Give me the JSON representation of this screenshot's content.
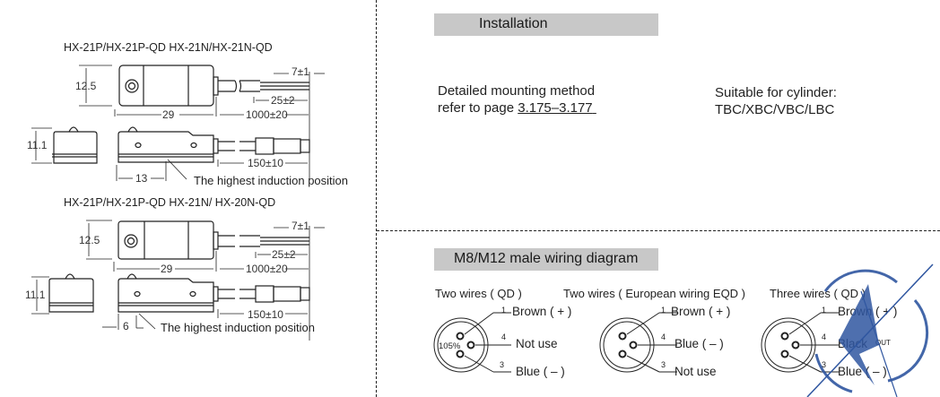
{
  "drawings": [
    {
      "title": "HX-21P/HX-21P-QD  HX-21N/HX-21N-QD",
      "dims": {
        "height": "12.5",
        "length": "29",
        "strip": "7±1",
        "jacket": "25±2",
        "cable": "1000±20",
        "side_height": "11.1",
        "qd_cable": "150±10",
        "induction_offset": "13"
      },
      "note": "The highest induction position"
    },
    {
      "title": "HX-21P/HX-21P-QD  HX-21N/ HX-20N-QD",
      "dims": {
        "height": "12.5",
        "length": "29",
        "strip": "7±1",
        "jacket": "25±2",
        "cable": "1000±20",
        "side_height": "11.1",
        "qd_cable": "150±10",
        "induction_offset": "6"
      },
      "note": "The highest induction position"
    }
  ],
  "installation": {
    "header": "Installation",
    "mount_line1": "Detailed mounting method",
    "mount_line2_prefix": "refer to page ",
    "mount_page_ref": "3.175–3.177",
    "cyl_line1": "Suitable for cylinder:",
    "cyl_line2": "TBC/XBC/VBC/LBC"
  },
  "wiring": {
    "header": "M8/M12 male wiring diagram",
    "diagrams": [
      {
        "title": "Two wires ( QD )",
        "center_label": "105%",
        "pins": [
          {
            "num": "1",
            "label": "Brown ( + )"
          },
          {
            "num": "4",
            "label": "Not   use"
          },
          {
            "num": "3",
            "label": "Blue ( – )"
          }
        ]
      },
      {
        "title": "Two wires ( European wiring EQD )",
        "center_label": "",
        "pins": [
          {
            "num": "1",
            "label": "Brown ( + )"
          },
          {
            "num": "4",
            "label": "Blue ( – )"
          },
          {
            "num": "3",
            "label": "Not   use"
          }
        ]
      },
      {
        "title": "Three wires ( QD )",
        "center_label": "",
        "pins": [
          {
            "num": "1",
            "label": "Brown ( + )"
          },
          {
            "num": "4",
            "label": "Black"
          },
          {
            "num": "3",
            "label": "Blue ( – )"
          }
        ],
        "black_suffix": "OUT"
      }
    ]
  },
  "colors": {
    "section_bar": "#c8c8c8",
    "watermark": "#2f56a0"
  }
}
